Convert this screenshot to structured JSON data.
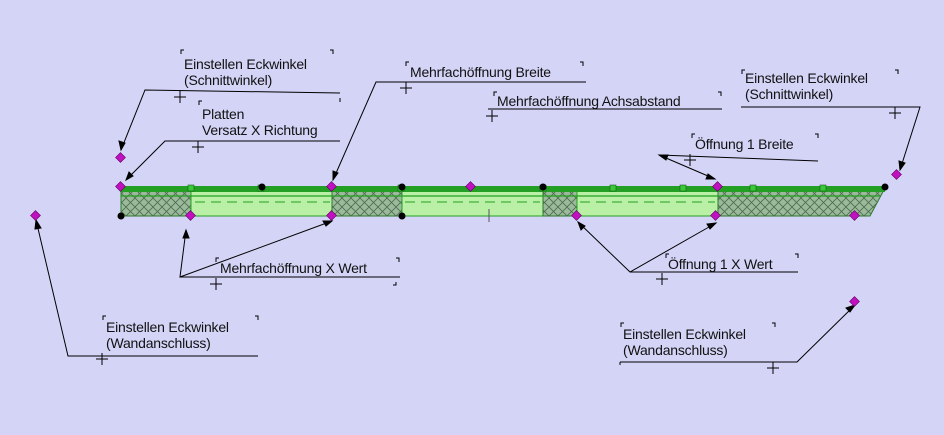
{
  "labels": {
    "eckwinkel_schnitt_left": [
      "Einstellen Eckwinkel",
      "(Schnittwinkel)"
    ],
    "platten_versatz": [
      "Platten",
      "Versatz X Richtung"
    ],
    "mehrfach_breite": "Mehrfachöffnung Breite",
    "mehrfach_achsabstand": "Mehrfachöffnung Achsabstand",
    "eckwinkel_schnitt_right": [
      "Einstellen Eckwinkel",
      "(Schnittwinkel)"
    ],
    "oeffnung1_breite": "Öffnung 1 Breite",
    "mehrfach_x_wert": "Mehrfachöffnung X Wert",
    "oeffnung1_x_wert": "Öffnung 1 X Wert",
    "eckwinkel_wand_left": [
      "Einstellen Eckwinkel",
      "(Wandanschluss)"
    ],
    "eckwinkel_wand_right": [
      "Einstellen Eckwinkel",
      "(Wandanschluss)"
    ]
  },
  "colors": {
    "background": "#d4d4f7",
    "wall_green": "#23a023",
    "opening_fill": "#b9f0a6",
    "hatch_fill": "#9bb99b",
    "handle_magenta": "#c010c0",
    "line": "#000000"
  }
}
